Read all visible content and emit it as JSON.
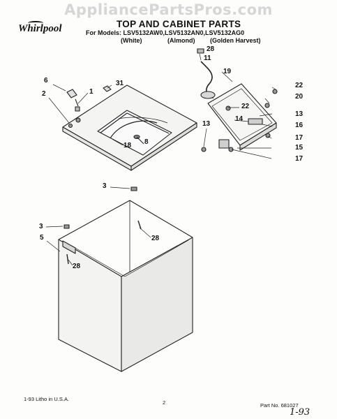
{
  "watermark": "AppliancePartsPros.com",
  "brand": "Whirlpool",
  "header": {
    "title": "TOP AND CABINET PARTS",
    "models": "For Models: LSV5132AW0,LSV5132AN0,LSV5132AG0",
    "finish_white": "(White)",
    "finish_almond": "(Almond)",
    "finish_golden": "(Golden Harvest)"
  },
  "callouts": {
    "c28a": "28",
    "c11": "11",
    "c19": "19",
    "c22a": "22",
    "c20": "20",
    "c22b": "22",
    "c13a": "13",
    "c14": "14",
    "c16": "16",
    "c13b": "13",
    "c17a": "17",
    "c15": "15",
    "c17b": "17",
    "c6": "6",
    "c1": "1",
    "c31": "31",
    "c2": "2",
    "c18": "18",
    "c8": "8",
    "c3a": "3",
    "c3b": "3",
    "c28b": "28",
    "c5": "5",
    "c28c": "28"
  },
  "footer": {
    "litho": "1-93 Litho in U.S.A.",
    "page": "2",
    "part_no": "Part No. 681027",
    "handnote": "1-93"
  }
}
